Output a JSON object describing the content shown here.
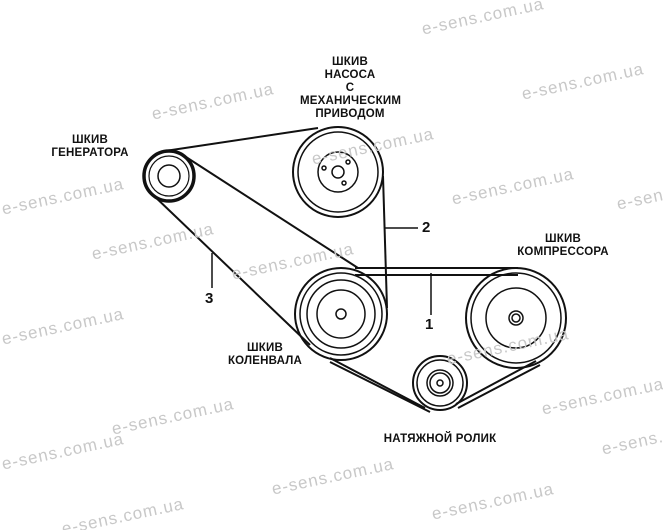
{
  "labels": {
    "pump": [
      "ШКИВ",
      "НАСОСА",
      "С МЕХАНИЧЕСКИМ",
      "ПРИВОДОМ"
    ],
    "generator": [
      "ШКИВ",
      "ГЕНЕРАТОРА"
    ],
    "compressor": [
      "ШКИВ",
      "КОМПРЕССОРА"
    ],
    "crankshaft": [
      "ШКИВ",
      "КОЛЕНВАЛА"
    ],
    "tensioner": "НАТЯЖНОЙ РОЛИК"
  },
  "callouts": {
    "belt1": "1",
    "belt2": "2",
    "belt3": "3"
  },
  "watermark": "e-sens.com.ua"
}
